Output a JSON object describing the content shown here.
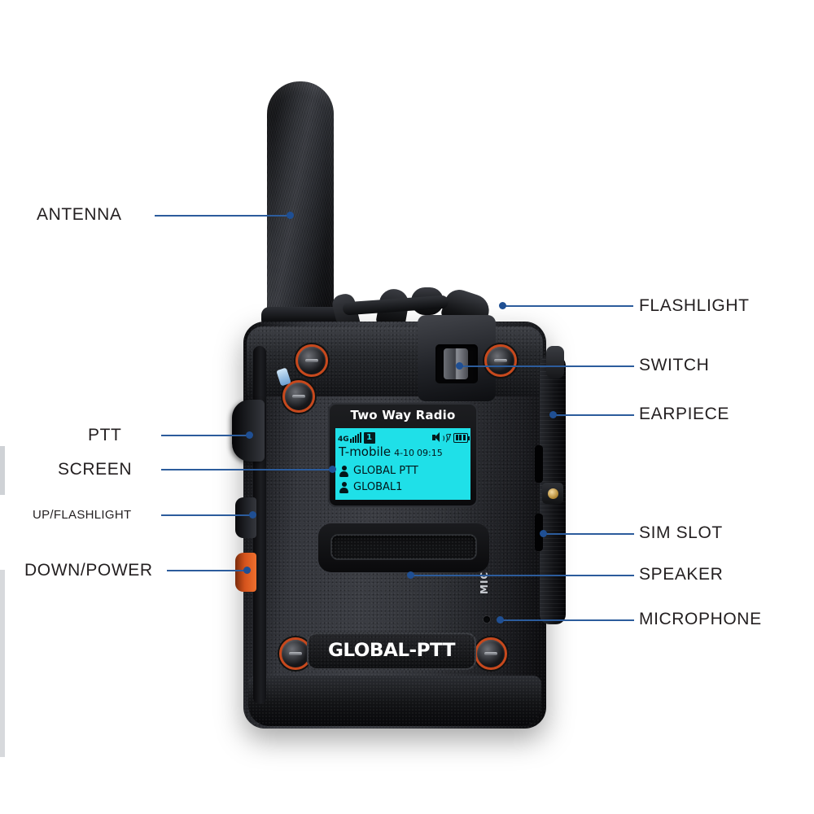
{
  "page": {
    "title": "Two Way Radio product callout diagram",
    "background_color": "#ffffff",
    "leader_line_color": "#2c5c9c"
  },
  "product": {
    "brand_logo": "GLOBAL-PTT",
    "mic_marking": "MIC"
  },
  "callouts": {
    "left": [
      {
        "id": "antenna",
        "label": "ANTENNA"
      },
      {
        "id": "ptt",
        "label": "PTT"
      },
      {
        "id": "screen",
        "label": "SCREEN"
      },
      {
        "id": "up-flashlight",
        "label": "UP/FLASHLIGHT"
      },
      {
        "id": "down-power",
        "label": "DOWN/POWER"
      }
    ],
    "right": [
      {
        "id": "flashlight",
        "label": "FLASHLIGHT"
      },
      {
        "id": "switch",
        "label": "SWITCH"
      },
      {
        "id": "earpiece",
        "label": "EARPIECE"
      },
      {
        "id": "sim-slot",
        "label": "SIM SLOT"
      },
      {
        "id": "speaker",
        "label": "SPEAKER"
      },
      {
        "id": "microphone",
        "label": "MICROPHONE"
      }
    ]
  },
  "screen": {
    "header": "Two Way Radio",
    "lcd_color": "#1fe0e8",
    "status_bar": {
      "network": "4G",
      "signal_bars": 5,
      "sim_badge": "1",
      "volume_level": "7",
      "battery_bars": 3
    },
    "carrier": "T-mobile",
    "date": "4-10",
    "time": "09:15",
    "contacts": [
      {
        "name": "GLOBAL PTT"
      },
      {
        "name": "GLOBAL1"
      }
    ]
  }
}
